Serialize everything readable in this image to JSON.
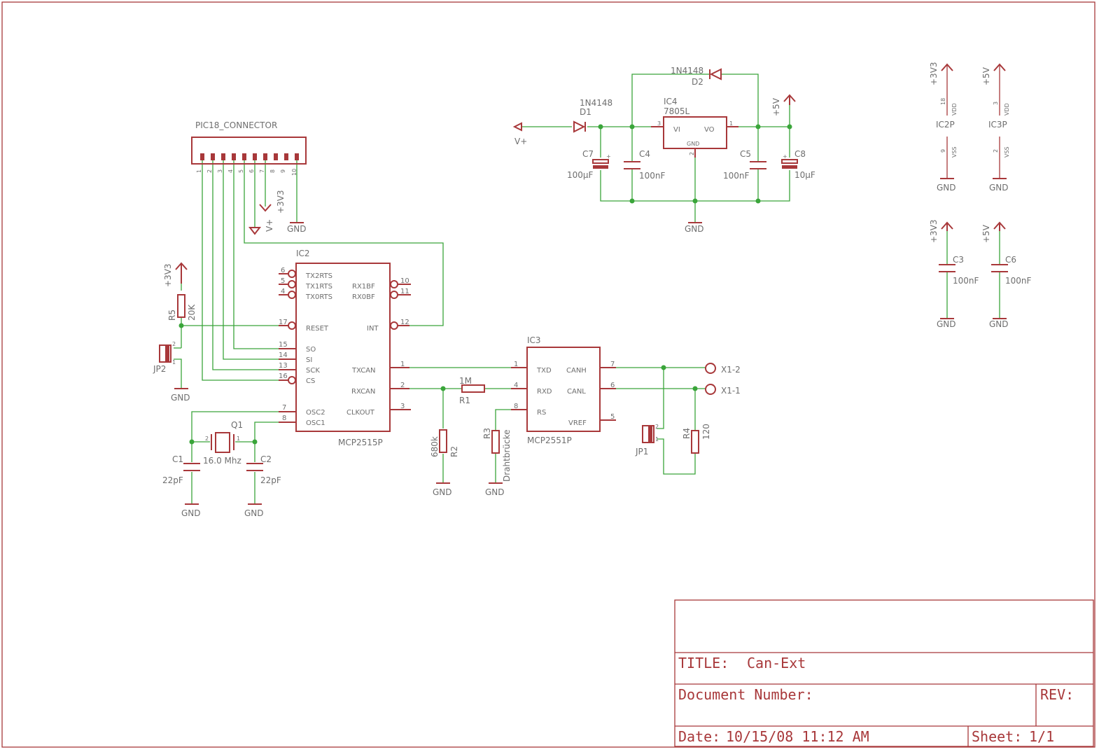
{
  "title_block": {
    "title_label": "TITLE:",
    "title_value": "Can-Ext",
    "doc_number_label": "Document Number:",
    "rev_label": "REV:",
    "date_label": "Date:",
    "date_value": "10/15/08 11:12 AM",
    "sheet_label": "Sheet:",
    "sheet_value": "1/1"
  },
  "labels": {
    "pic18_connector": "PIC18_CONNECTOR",
    "connector_pins": [
      "1",
      "2",
      "3",
      "4",
      "5",
      "6",
      "7",
      "8",
      "9",
      "10"
    ],
    "ic2": {
      "name": "IC2",
      "value": "MCP2515P",
      "left_pins": [
        "TX2RTS",
        "TX1RTS",
        "TX0RTS",
        "RESET",
        "SO",
        "SI",
        "SCK",
        "CS",
        "OSC2",
        "OSC1"
      ],
      "left_nums": [
        "6",
        "5",
        "4",
        "17",
        "15",
        "14",
        "13",
        "16",
        "7",
        "8"
      ],
      "right_pins": [
        "RX1BF",
        "RX0BF",
        "INT",
        "TXCAN",
        "RXCAN",
        "CLKOUT"
      ],
      "right_nums": [
        "10",
        "11",
        "12",
        "1",
        "2",
        "3"
      ]
    },
    "ic3": {
      "name": "IC3",
      "value": "MCP2551P",
      "left_pins": [
        "TXD",
        "RXD",
        "RS"
      ],
      "left_nums": [
        "1",
        "4",
        "8"
      ],
      "right_pins": [
        "CANH",
        "CANL",
        "VREF"
      ],
      "right_nums": [
        "7",
        "6",
        "5"
      ]
    },
    "ic4": {
      "name": "IC4",
      "value": "7805L",
      "vi": "VI",
      "vo": "VO",
      "gnd": "GND",
      "pin1": "1",
      "pin2": "2",
      "pin3": "3"
    },
    "d1": {
      "name": "D1",
      "value": "1N4148"
    },
    "d2": {
      "name": "D2",
      "value": "1N4148"
    },
    "c1": {
      "name": "C1",
      "value": "22pF"
    },
    "c2": {
      "name": "C2",
      "value": "22pF"
    },
    "c3": {
      "name": "C3",
      "value": "100nF"
    },
    "c4": {
      "name": "C4",
      "value": "100nF"
    },
    "c5": {
      "name": "C5",
      "value": "100nF"
    },
    "c6": {
      "name": "C6",
      "value": "100nF"
    },
    "c7": {
      "name": "C7",
      "value": "100µF"
    },
    "c8": {
      "name": "C8",
      "value": "10µF"
    },
    "r1": {
      "name": "R1",
      "value": "1M"
    },
    "r2": {
      "name": "R2",
      "value": "680k"
    },
    "r3": {
      "name": "R3",
      "value": "Drahtbrücke"
    },
    "r4": {
      "name": "R4",
      "value": "120"
    },
    "r5": {
      "name": "R5",
      "value": "20K"
    },
    "q1": {
      "name": "Q1",
      "value": "16.0 Mhz",
      "pin1": "1",
      "pin2": "2"
    },
    "jp1": {
      "name": "JP1",
      "pin1": "1",
      "pin2": "2"
    },
    "jp2": {
      "name": "JP2",
      "pin1": "1",
      "pin2": "2"
    },
    "x1_2": "X1-2",
    "x1_1": "X1-1",
    "gnd": "GND",
    "v3v3": "+3V3",
    "v5": "+5V",
    "vplus": "V+",
    "ic2p": {
      "name": "IC2P",
      "vdd": "VDD",
      "vss": "VSS",
      "vdd_pin": "18",
      "vss_pin": "9"
    },
    "ic3p": {
      "name": "IC3P",
      "vdd": "VDD",
      "vss": "VSS",
      "vdd_pin": "3",
      "vss_pin": "2"
    }
  }
}
